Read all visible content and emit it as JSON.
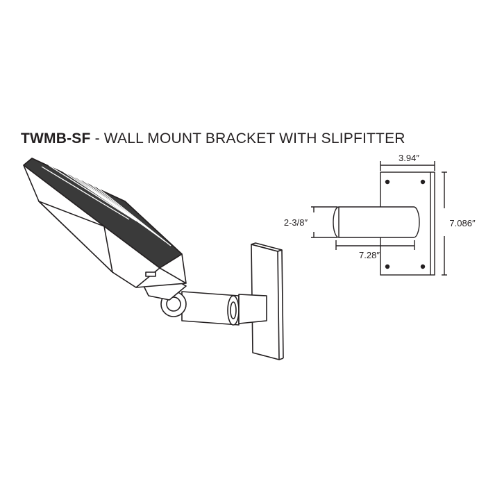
{
  "title": {
    "model": "TWMB-SF",
    "description": " - WALL MOUNT BRACKET WITH SLIPFITTER"
  },
  "dimensions": {
    "plate_width": "3.94″",
    "plate_height": "7.086″",
    "tube_diameter": "2-3/8″",
    "tube_length": "7.28″"
  },
  "colors": {
    "line": "#231f20",
    "fixture_dark": "#3a3a3a",
    "background": "#ffffff"
  }
}
